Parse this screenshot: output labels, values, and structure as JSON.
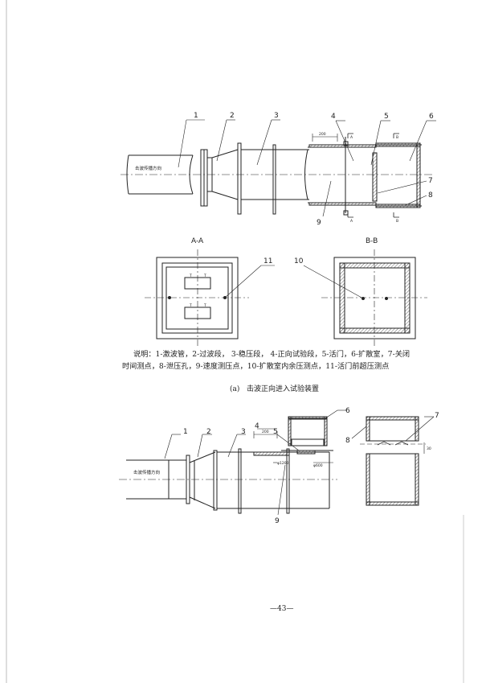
{
  "top_diagram": {
    "numbers": [
      "1",
      "2",
      "3",
      "4",
      "5",
      "6",
      "7",
      "8",
      "9"
    ],
    "flow_label": "击波传播方向",
    "dim_200": "200",
    "section_marks": [
      "A",
      "A",
      "B",
      "B"
    ]
  },
  "sections": {
    "aa_title": "A-A",
    "bb_title": "B-B",
    "aa_number": "11",
    "bb_number": "10",
    "t_marks": [
      "T",
      "T",
      "T",
      "T"
    ]
  },
  "caption": {
    "line1": "说明：1-激波管，2-过波段， 3-稳压段， 4-正向试验段，5-活门，6-扩散室，7-关闭",
    "line2": "时间测点，8-泄压孔，9-速度测压点，10-扩散室内余压测点，11-活门前超压测点"
  },
  "figure_title": "(a)   击波正向进入试验装置",
  "bottom_diagram": {
    "numbers": [
      "1",
      "2",
      "3",
      "4",
      "5",
      "6",
      "7",
      "8",
      "9"
    ],
    "flow_label": "击波传播方向",
    "dim_200": "200",
    "dim_1200": "φ1200",
    "dim_600": "φ600",
    "dim_side": "30"
  },
  "page_number": "—43—"
}
